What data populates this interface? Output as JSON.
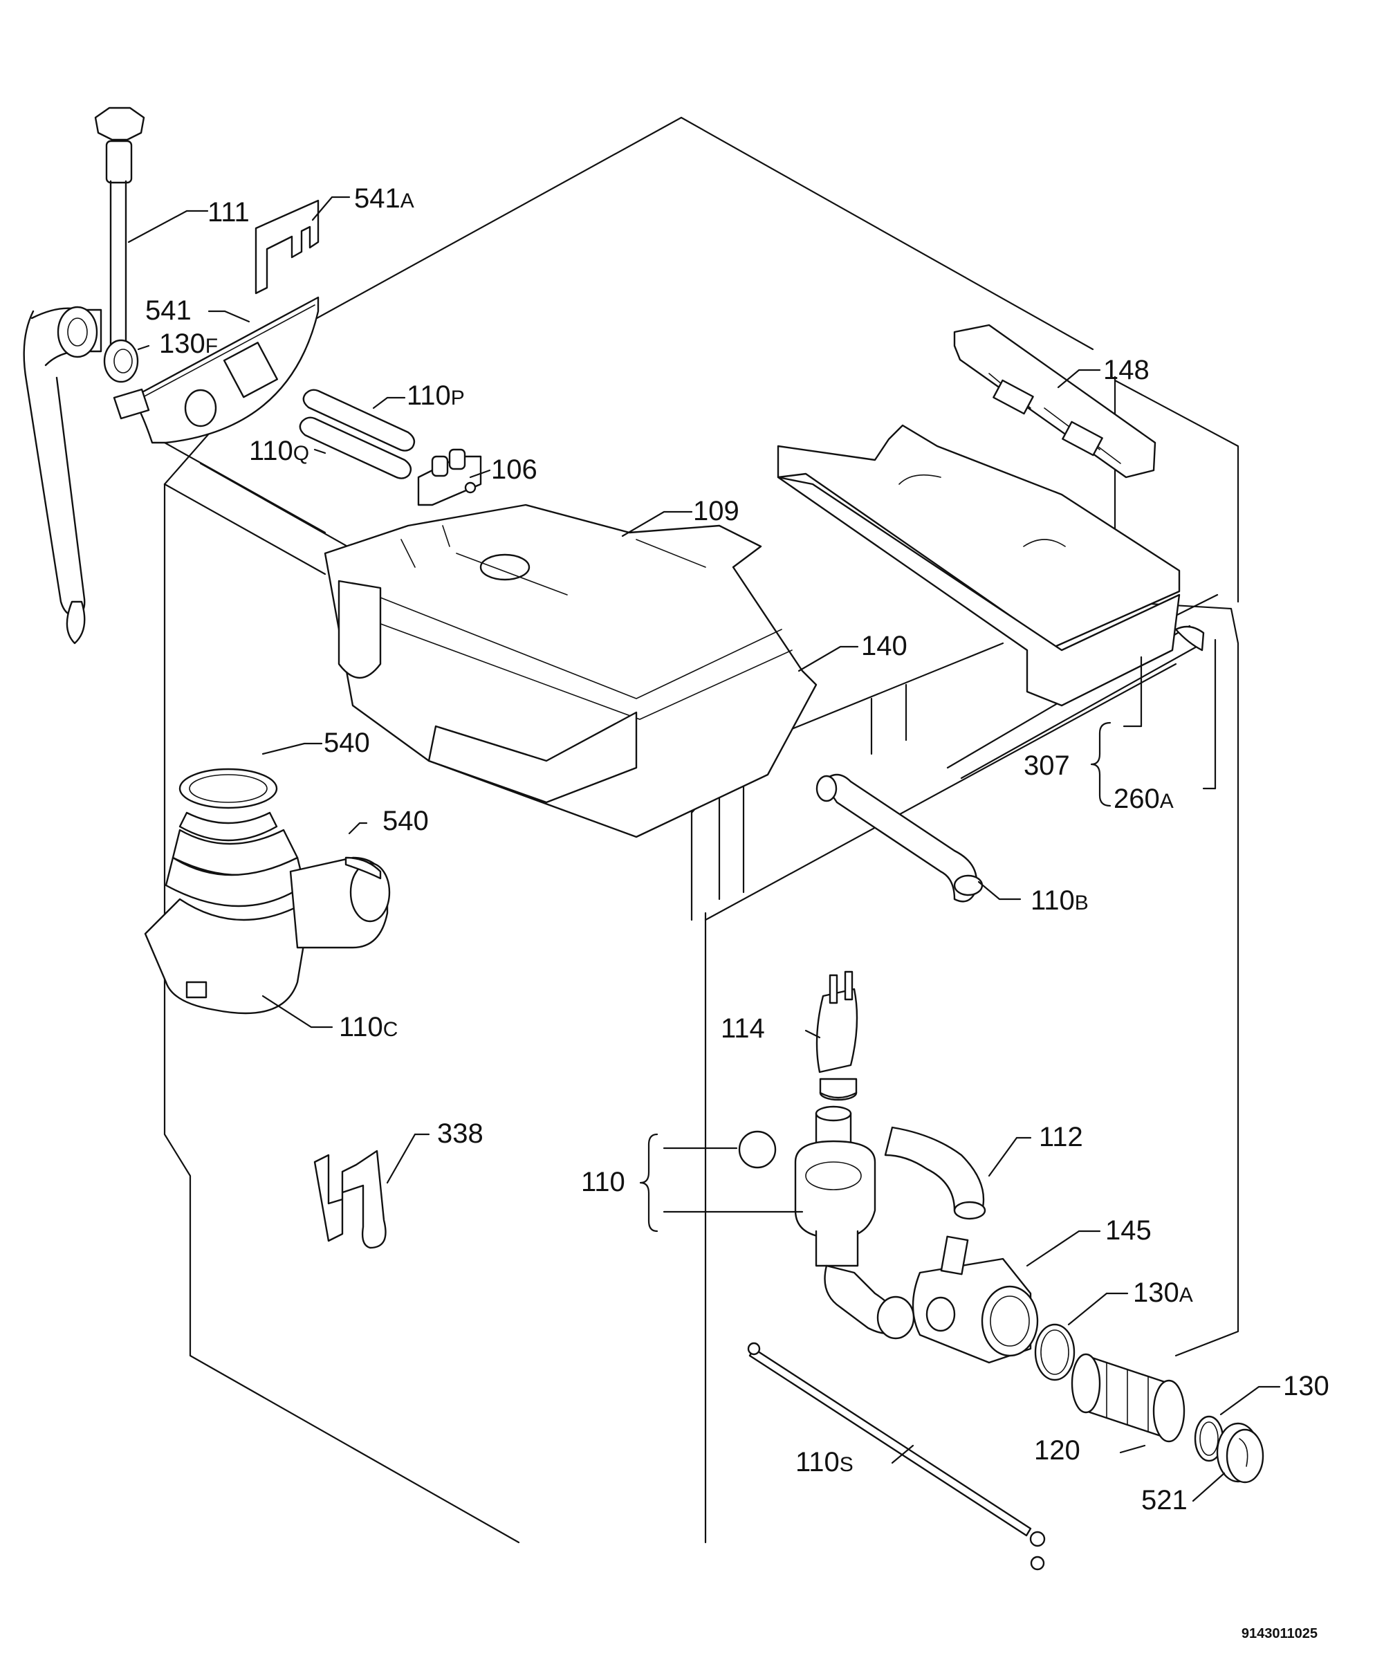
{
  "diagram_code": "9143011025",
  "callouts": [
    {
      "id": "111",
      "num": "111",
      "suffix": ""
    },
    {
      "id": "541a",
      "num": "541",
      "suffix": "A"
    },
    {
      "id": "541",
      "num": "541",
      "suffix": ""
    },
    {
      "id": "130f",
      "num": "130",
      "suffix": "F"
    },
    {
      "id": "110p",
      "num": "110",
      "suffix": "P"
    },
    {
      "id": "110q",
      "num": "110",
      "suffix": "Q"
    },
    {
      "id": "106",
      "num": "106",
      "suffix": ""
    },
    {
      "id": "109",
      "num": "109",
      "suffix": ""
    },
    {
      "id": "148",
      "num": "148",
      "suffix": ""
    },
    {
      "id": "140",
      "num": "140",
      "suffix": ""
    },
    {
      "id": "540a",
      "num": "540",
      "suffix": ""
    },
    {
      "id": "540b",
      "num": "540",
      "suffix": ""
    },
    {
      "id": "307",
      "num": "307",
      "suffix": ""
    },
    {
      "id": "260a",
      "num": "260",
      "suffix": "A"
    },
    {
      "id": "110b",
      "num": "110",
      "suffix": "B"
    },
    {
      "id": "110c",
      "num": "110",
      "suffix": "C"
    },
    {
      "id": "114",
      "num": "114",
      "suffix": ""
    },
    {
      "id": "338",
      "num": "338",
      "suffix": ""
    },
    {
      "id": "112",
      "num": "112",
      "suffix": ""
    },
    {
      "id": "110",
      "num": "110",
      "suffix": ""
    },
    {
      "id": "145",
      "num": "145",
      "suffix": ""
    },
    {
      "id": "130a",
      "num": "130",
      "suffix": "A"
    },
    {
      "id": "130",
      "num": "130",
      "suffix": ""
    },
    {
      "id": "120",
      "num": "120",
      "suffix": ""
    },
    {
      "id": "110s",
      "num": "110",
      "suffix": "S"
    },
    {
      "id": "521",
      "num": "521",
      "suffix": ""
    }
  ]
}
